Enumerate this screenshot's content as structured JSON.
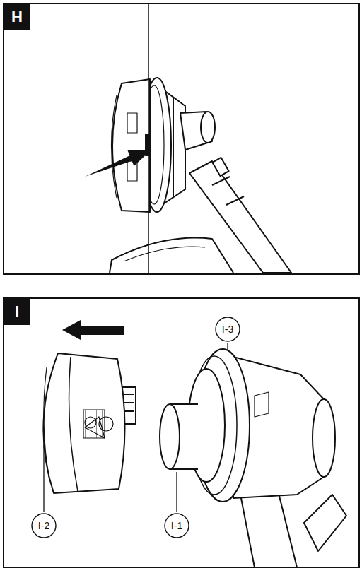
{
  "diagram": {
    "nodes": [
      {
        "text": [
          "H"
        ]
      },
      {
        "text": [
          "I"
        ]
      },
      {
        "text": [
          "I-3"
        ]
      },
      {
        "text": [
          "I-2"
        ]
      },
      {
        "text": [
          "I-1"
        ]
      }
    ]
  }
}
